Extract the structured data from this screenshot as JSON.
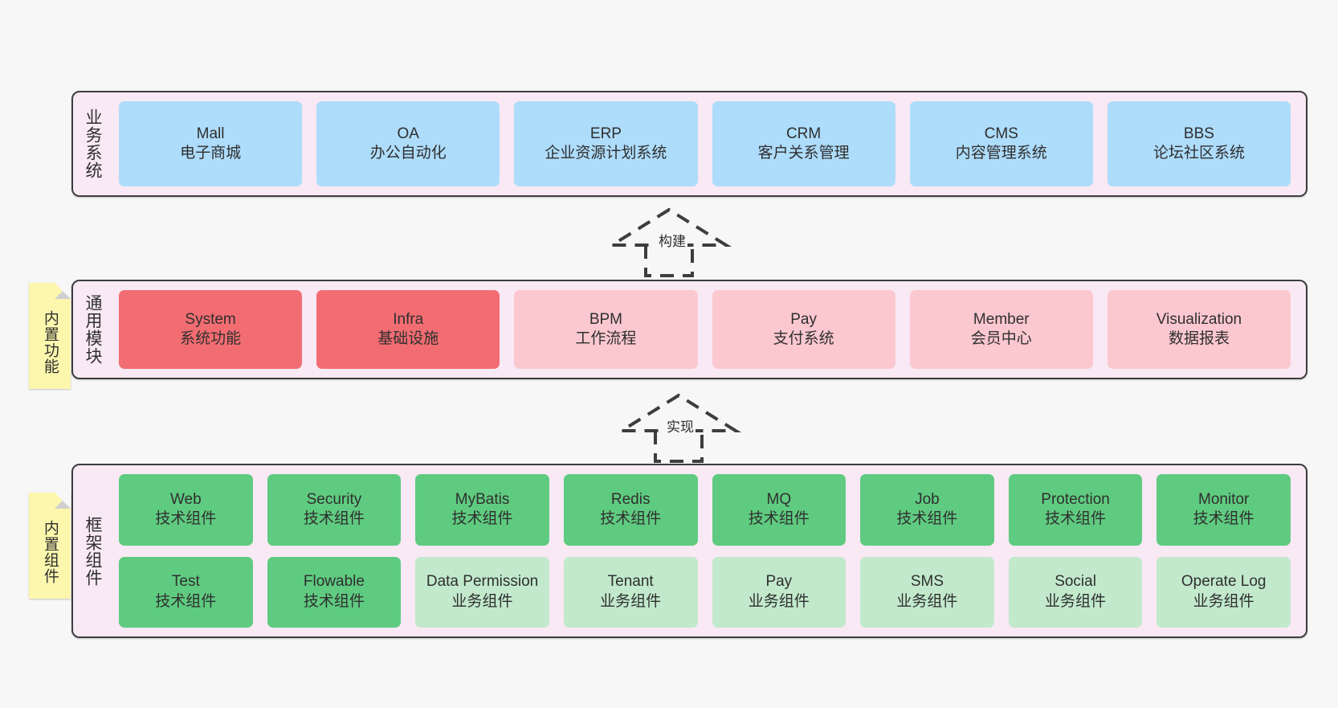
{
  "layers": [
    {
      "id": "business",
      "title": "业务系统",
      "cards": [
        {
          "en": "Mall",
          "cn": "电子商城"
        },
        {
          "en": "OA",
          "cn": "办公自动化"
        },
        {
          "en": "ERP",
          "cn": "企业资源计划系统"
        },
        {
          "en": "CRM",
          "cn": "客户关系管理"
        },
        {
          "en": "CMS",
          "cn": "内容管理系统"
        },
        {
          "en": "BBS",
          "cn": "论坛社区系统"
        }
      ]
    },
    {
      "id": "common",
      "title": "通用模块",
      "cards": [
        {
          "en": "System",
          "cn": "系统功能"
        },
        {
          "en": "Infra",
          "cn": "基础设施"
        },
        {
          "en": "BPM",
          "cn": "工作流程"
        },
        {
          "en": "Pay",
          "cn": "支付系统"
        },
        {
          "en": "Member",
          "cn": "会员中心"
        },
        {
          "en": "Visualization",
          "cn": "数据报表"
        }
      ]
    },
    {
      "id": "framework",
      "title": "框架组件",
      "row_top": [
        {
          "en": "Web",
          "cn": "技术组件"
        },
        {
          "en": "Security",
          "cn": "技术组件"
        },
        {
          "en": "MyBatis",
          "cn": "技术组件"
        },
        {
          "en": "Redis",
          "cn": "技术组件"
        },
        {
          "en": "MQ",
          "cn": "技术组件"
        },
        {
          "en": "Job",
          "cn": "技术组件"
        },
        {
          "en": "Protection",
          "cn": "技术组件"
        },
        {
          "en": "Monitor",
          "cn": "技术组件"
        }
      ],
      "row_bottom": [
        {
          "en": "Test",
          "cn": "技术组件"
        },
        {
          "en": "Flowable",
          "cn": "技术组件"
        },
        {
          "en": "Data Permission",
          "cn": "业务组件"
        },
        {
          "en": "Tenant",
          "cn": "业务组件"
        },
        {
          "en": "Pay",
          "cn": "业务组件"
        },
        {
          "en": "SMS",
          "cn": "业务组件"
        },
        {
          "en": "Social",
          "cn": "业务组件"
        },
        {
          "en": "Operate Log",
          "cn": "业务组件"
        }
      ]
    }
  ],
  "notes": [
    {
      "id": "note-common",
      "text": "内置功能"
    },
    {
      "id": "note-framework",
      "text": "内置组件"
    }
  ],
  "arrows": [
    {
      "id": "arrow-build",
      "label": "构建"
    },
    {
      "id": "arrow-impl",
      "label": "实现"
    }
  ],
  "colors": {
    "canvas_bg": "#f7f7f7",
    "layer_bg": "#f8e9f4",
    "layer_border": "#3d3d3d",
    "business_card": "#aedcfb",
    "common_card_strong": "#f26d72",
    "common_card_soft": "#fbc8cf",
    "framework_card_tech": "#5fcb80",
    "framework_card_biz": "#c2e9cc",
    "note_bg": "#fcf7ad",
    "note_fold": "#cfcfcf",
    "text": "#2f2f2f"
  }
}
